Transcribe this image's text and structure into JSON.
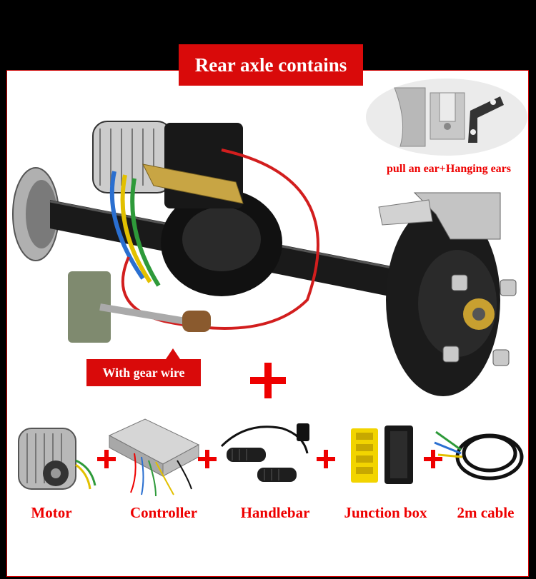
{
  "title": "Rear axle contains",
  "ears_caption": "pull an ear+Hanging ears",
  "gear_wire_label": "With gear wire",
  "items": [
    {
      "label": "Motor"
    },
    {
      "label": "Controller"
    },
    {
      "label": "Handlebar"
    },
    {
      "label": "Junction box"
    },
    {
      "label": "2m cable"
    }
  ],
  "colors": {
    "accent": "#d90a0a",
    "text_red": "#ee0000"
  }
}
